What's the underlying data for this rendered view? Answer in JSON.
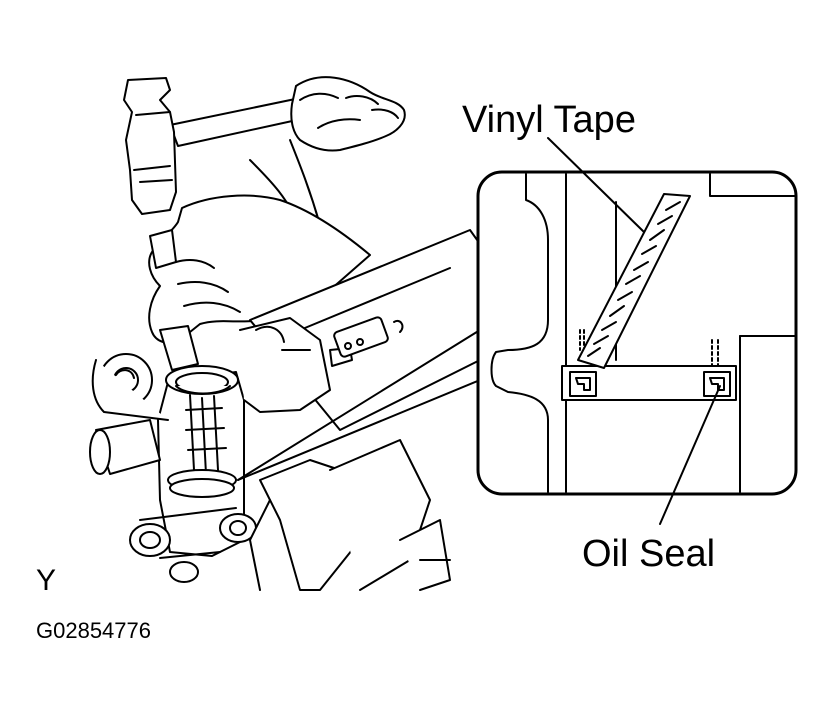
{
  "labels": {
    "vinyl_tape": "Vinyl Tape",
    "oil_seal": "Oil Seal",
    "view_letter": "Y",
    "figure_code": "G02854776"
  },
  "colors": {
    "line": "#000000",
    "background": "#ffffff"
  }
}
